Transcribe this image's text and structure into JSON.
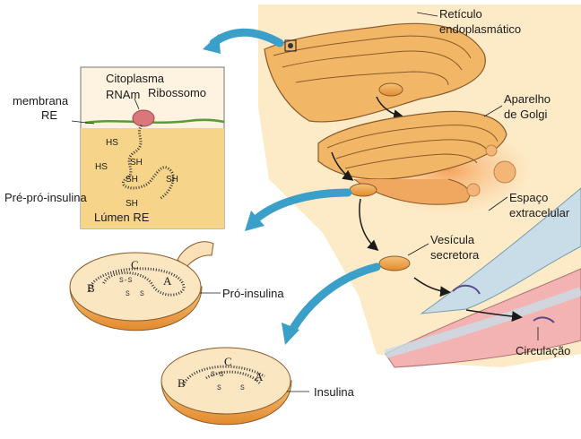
{
  "labels": {
    "reticulo_line1": "Retículo",
    "reticulo_line2": "endoplasmático",
    "golgi_line1": "Aparelho",
    "golgi_line2": "de Golgi",
    "espaco_line1": "Espaço",
    "espaco_line2": "extracelular",
    "vesicula_line1": "Vesícula",
    "vesicula_line2": "secretora",
    "circulacao": "Circulação",
    "citoplasma": "Citoplasma",
    "membrana": "membrana",
    "re": "RE",
    "rnam": "RNAm",
    "ribossomo": "Ribossomo",
    "pre_pro_insulina": "Pré-pró-insulina",
    "lumen_re": "Lúmen RE",
    "pro_insulina": "Pró-insulina",
    "insulina": "Insulina"
  },
  "chain_labels": {
    "a": "A",
    "b": "B",
    "c": "C",
    "ss": "S-S",
    "s": "S"
  },
  "thiol_labels": {
    "hs": "HS",
    "sh": "SH"
  },
  "colors": {
    "cell_background": "#fdebc8",
    "lumen": "#f6d48a",
    "organelle_fill": "#f2b766",
    "organelle_edge": "#8a5a2a",
    "arrow_blue": "#3a9fc9",
    "vessel": "#c8dde8",
    "blood": "#f4b3b3",
    "ribosome": "#d9777c",
    "mrna": "#5a9a3a"
  }
}
